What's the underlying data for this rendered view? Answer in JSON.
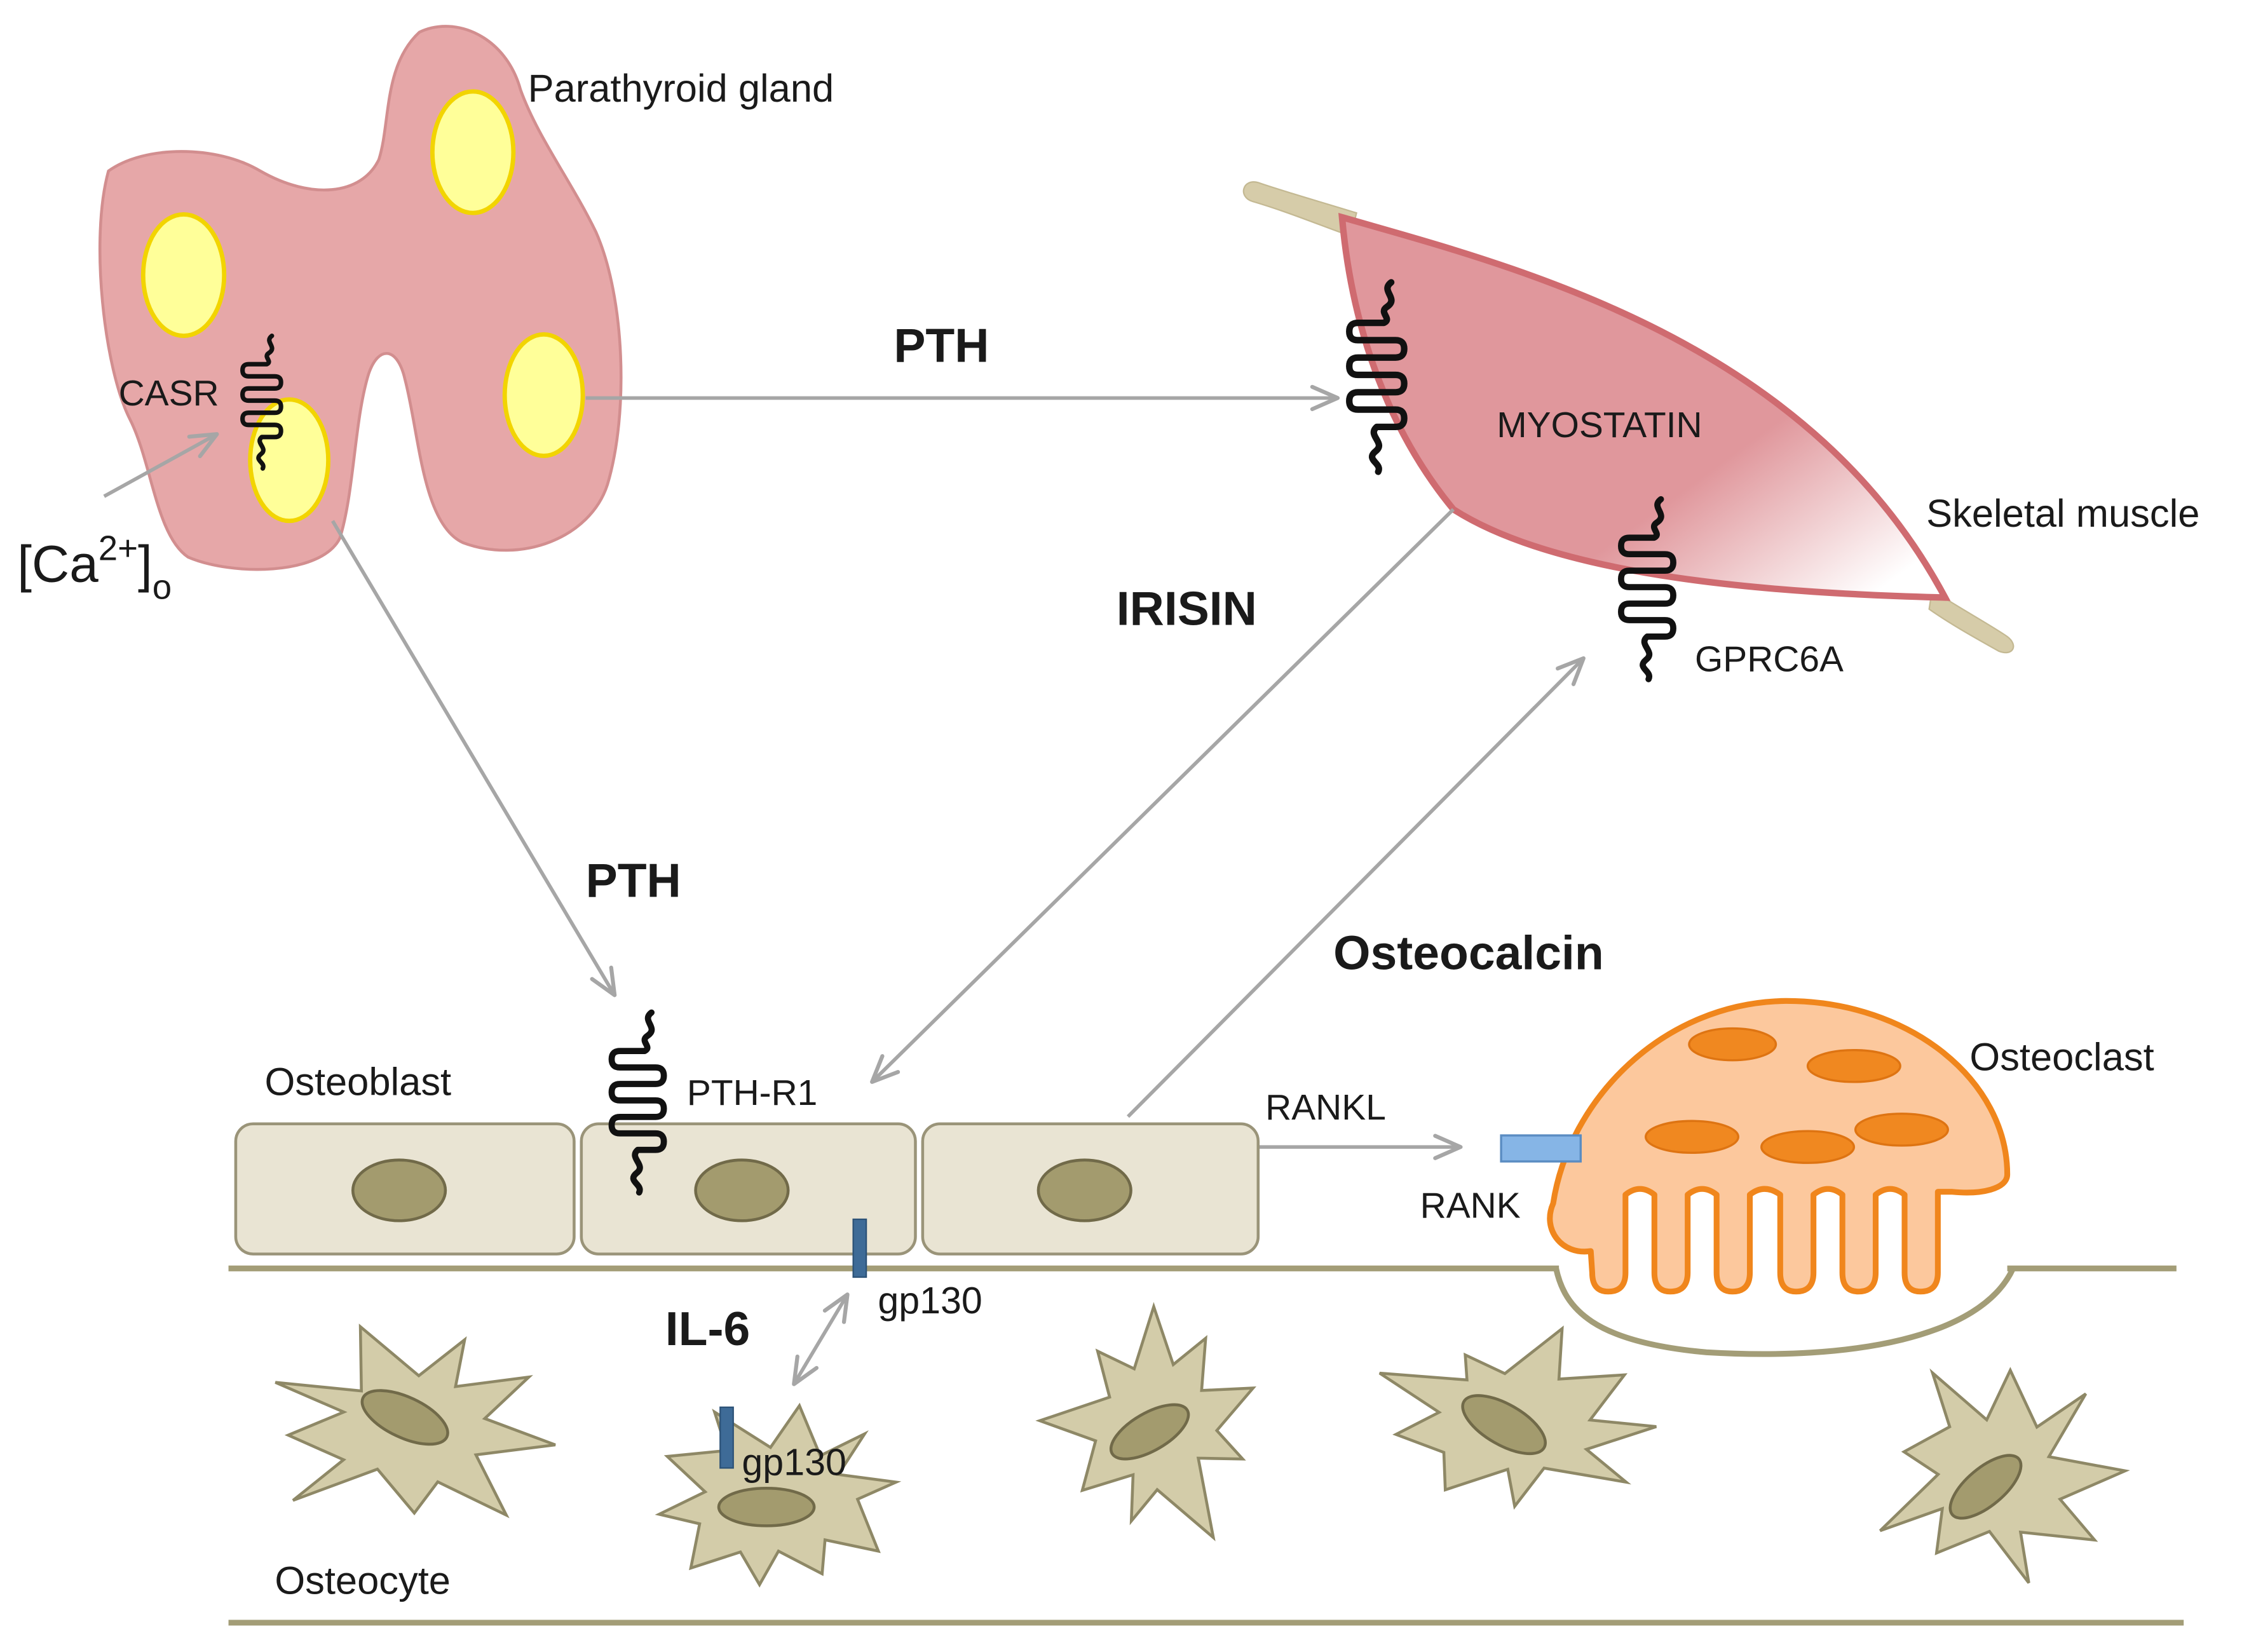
{
  "parathyroid": {
    "label": "Parathyroid gland",
    "receptor": "CASR",
    "stimulus": {
      "base": "[Ca",
      "sup": "2+",
      "close": "]",
      "sub": "o"
    }
  },
  "muscle": {
    "label": "Skeletal muscle",
    "factor": "MYOSTATIN",
    "receptor": "GPRC6A"
  },
  "bone": {
    "osteoblast": "Osteoblast",
    "osteoblast_receptor": "PTH-R1",
    "osteoclast": "Osteoclast",
    "osteoclast_receptor": "RANK",
    "osteocyte": "Osteocyte",
    "gp130_osteoblast": "gp130",
    "gp130_osteocyte": "gp130"
  },
  "signals": {
    "pth_to_muscle": "PTH",
    "pth_to_bone": "PTH",
    "irisin": "IRISIN",
    "osteocalcin": "Osteocalcin",
    "rankl": "RANKL",
    "il6": "IL-6"
  },
  "colors": {
    "gland_fill": "#e6a7a8",
    "nodule_fill": "#ffff99",
    "muscle_fill": "#e0979c",
    "tendon_fill": "#d6cca9",
    "osteoblast_fill": "#e9e4d3",
    "nucleus_fill": "#a39b6e",
    "osteoclast_fill": "#fcc89d",
    "osteoclast_nucleus": "#f08820",
    "osteocyte_fill": "#d3cca9",
    "rank_fill": "#86b5e6",
    "gp130_fill": "#3e6b97",
    "arrow": "#a6a6a6",
    "bone_line": "#a39d77"
  }
}
